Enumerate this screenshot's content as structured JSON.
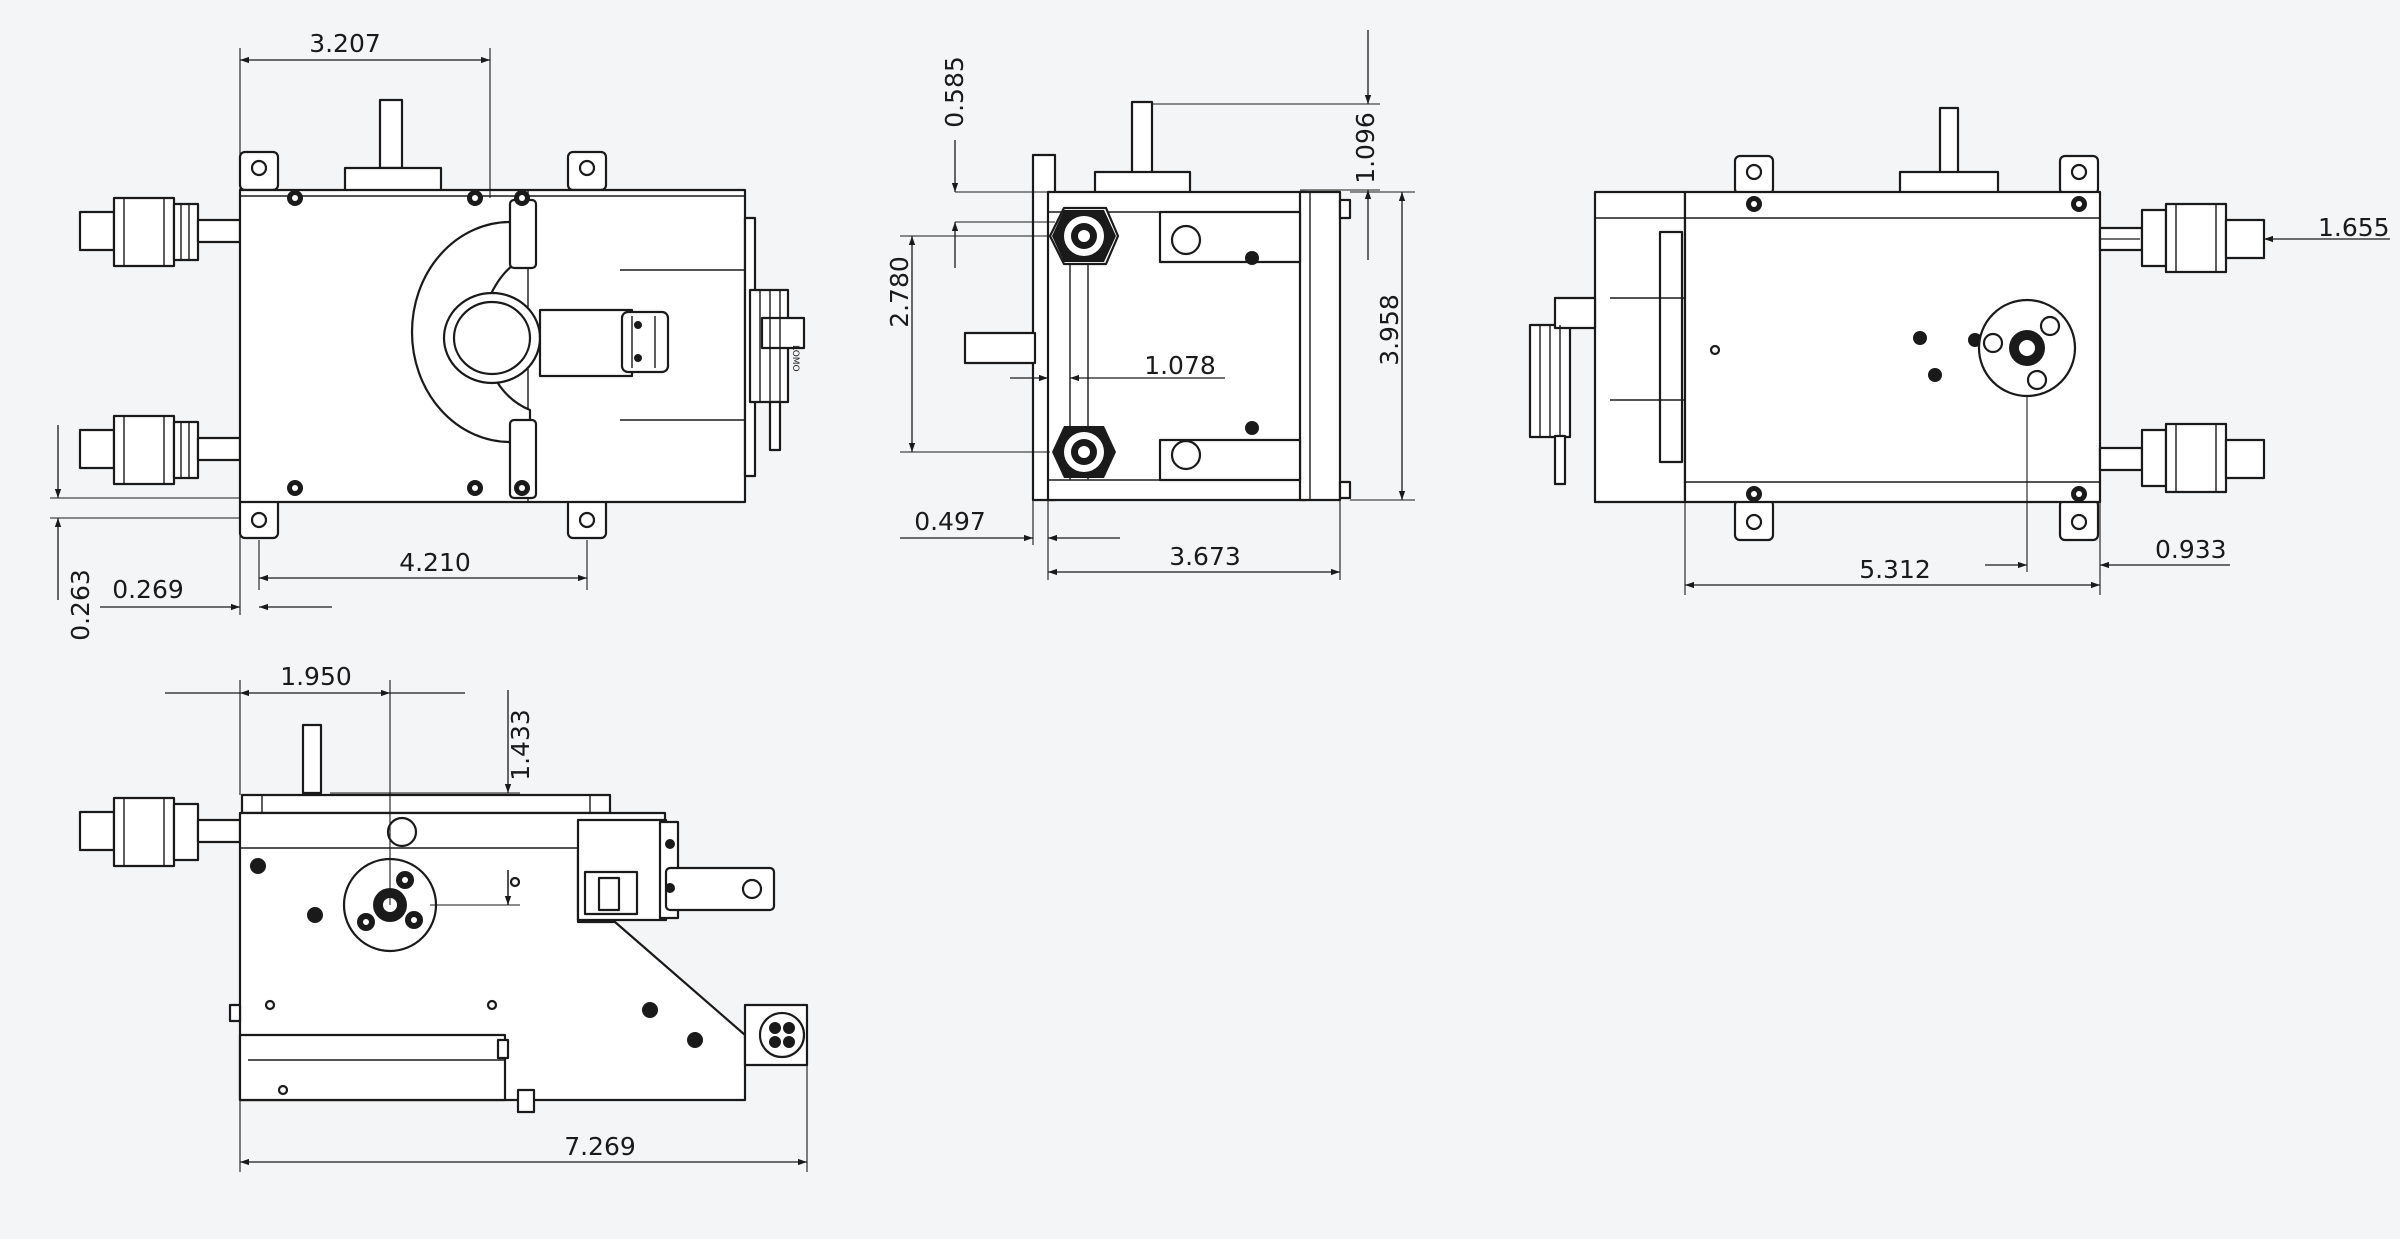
{
  "dimensions": {
    "front_width_top": "3.207",
    "front_bottom_span": "4.210",
    "front_left_offset": "0.269",
    "front_vertical_offset": "0.263",
    "side_top_offset": "0.585",
    "side_top_height": "1.096",
    "side_fitting_spacing": "2.780",
    "side_total_height": "3.958",
    "side_shaft_offset": "1.078",
    "side_left_offset": "0.497",
    "side_width": "3.673",
    "back_fitting_offset": "1.655",
    "back_shaft_position": "5.312",
    "back_right_offset": "0.933",
    "iso_hub_position": "1.950",
    "iso_hub_height": "1.433",
    "iso_total_length": "7.269"
  },
  "labels": {
    "connector_mark": "LOMO"
  },
  "colors": {
    "paper": "#f4f5f6",
    "ink": "#1a1a1a",
    "part_fill": "#ffffff"
  }
}
